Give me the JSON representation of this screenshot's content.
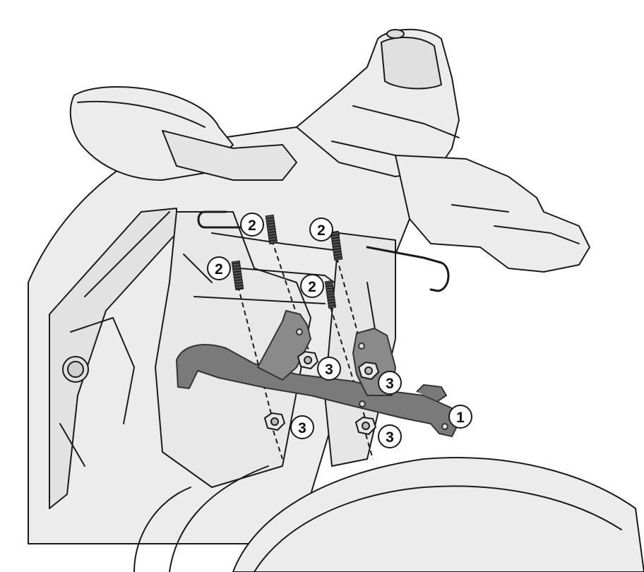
{
  "figure": {
    "part_labels": {
      "bracket": "1",
      "spring_front_left": "2",
      "spring_front_right": "2",
      "spring_rear_left": "2",
      "spring_rear_right": "2",
      "nut_upper_left": "3",
      "nut_lower_left": "3",
      "nut_upper_right": "3",
      "nut_lower_right": "3"
    },
    "colors": {
      "line": "#1a1a1a",
      "scooter_fill": "#ececec",
      "scooter_shade": "#d9d9d9",
      "bracket_fill": "#7a7a7a",
      "bracket_edge": "#333333",
      "background": "#ffffff"
    }
  }
}
